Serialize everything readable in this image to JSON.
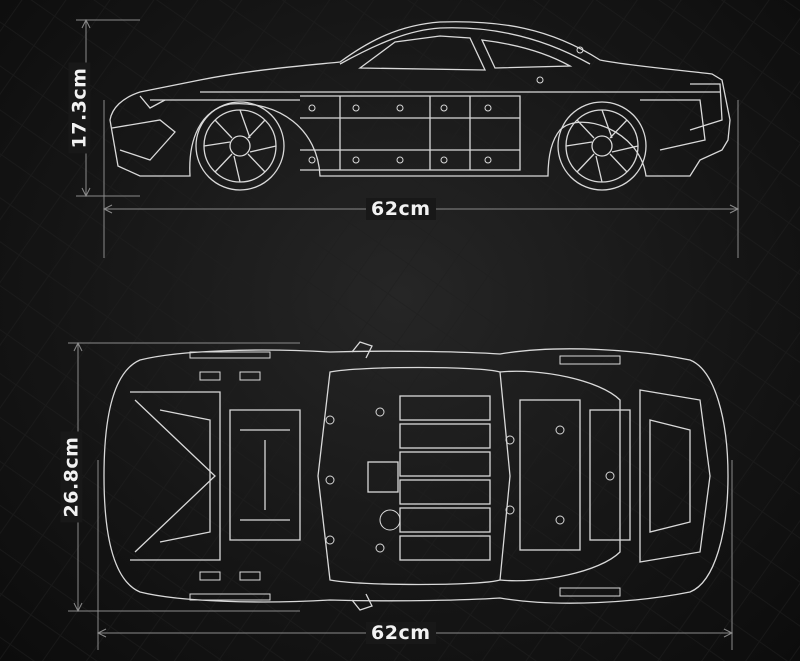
{
  "colors": {
    "background": "#141414",
    "line": "#d9d9d9",
    "dim_line": "#8a8a8a",
    "text": "#f2f2f2"
  },
  "side_view": {
    "height_label": "17.3cm",
    "length_label": "62cm"
  },
  "top_view": {
    "width_label": "26.8cm",
    "length_label": "62cm"
  }
}
